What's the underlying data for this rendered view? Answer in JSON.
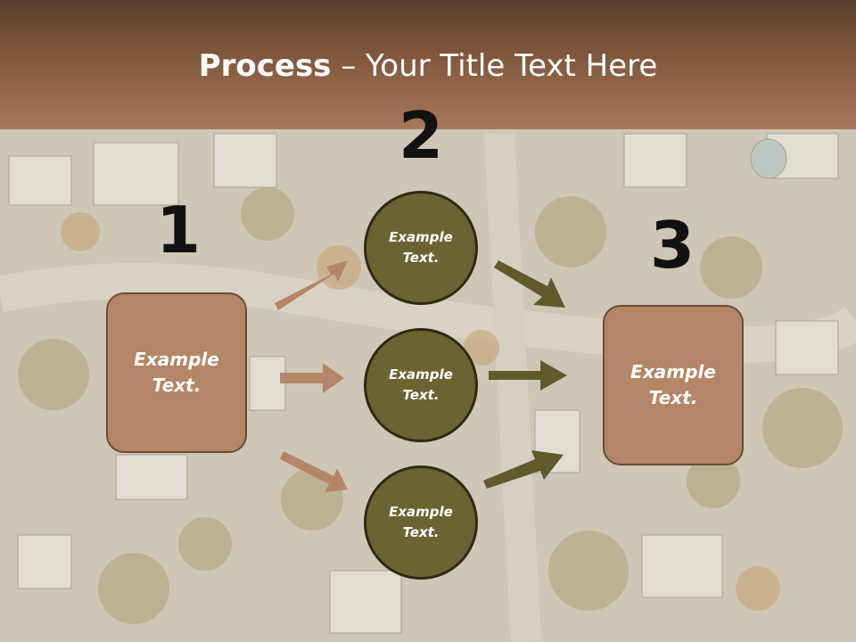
{
  "slide": {
    "title_bold": "Process",
    "title_rest": " – Your Title Text Here"
  },
  "steps": {
    "step1_number": "1",
    "step2_number": "2",
    "step3_number": "3"
  },
  "left_box": {
    "text": "Example Text."
  },
  "right_box": {
    "text": "Example Text."
  },
  "circles": [
    {
      "text": "Example Text."
    },
    {
      "text": "Example Text."
    },
    {
      "text": "Example Text."
    }
  ],
  "colors": {
    "header_brown": "#7d563c",
    "box_fill": "#b58567",
    "circle_fill": "#6a6433",
    "arrow_tan": "#b58567",
    "arrow_olive": "#5e5a2c"
  }
}
